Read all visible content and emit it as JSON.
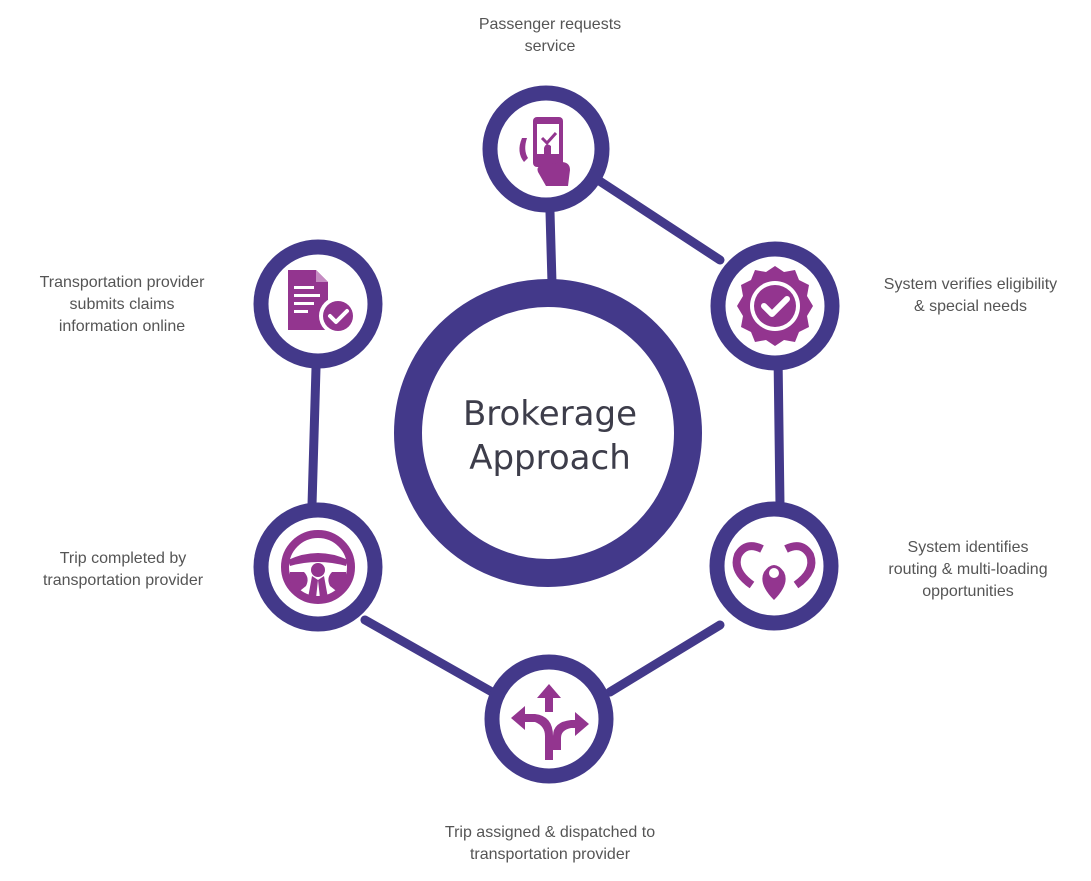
{
  "colors": {
    "ring": "#43398a",
    "icon": "#93358f",
    "text": "#555555",
    "background": "#ffffff"
  },
  "center": {
    "line1": "Brokerage",
    "line2": "Approach"
  },
  "steps": [
    {
      "id": "passenger-requests",
      "icon": "smartphone-hand-icon",
      "line1": "Passenger requests",
      "line2": "service"
    },
    {
      "id": "verifies-eligibility",
      "icon": "verified-badge-icon",
      "line1": "System verifies eligibility",
      "line2": "& special needs"
    },
    {
      "id": "identifies-routing",
      "icon": "map-pins-icon",
      "line1": "System identifies",
      "line2": "routing & multi-loading",
      "line3": "opportunities"
    },
    {
      "id": "trip-assigned",
      "icon": "route-arrows-icon",
      "line1": "Trip assigned & dispatched to",
      "line2": "transportation provider"
    },
    {
      "id": "trip-completed",
      "icon": "steering-wheel-icon",
      "line1": "Trip completed by",
      "line2": "transportation provider"
    },
    {
      "id": "submits-claims",
      "icon": "document-check-icon",
      "line1": "Transportation provider",
      "line2": "submits claims",
      "line3": "information online"
    }
  ]
}
